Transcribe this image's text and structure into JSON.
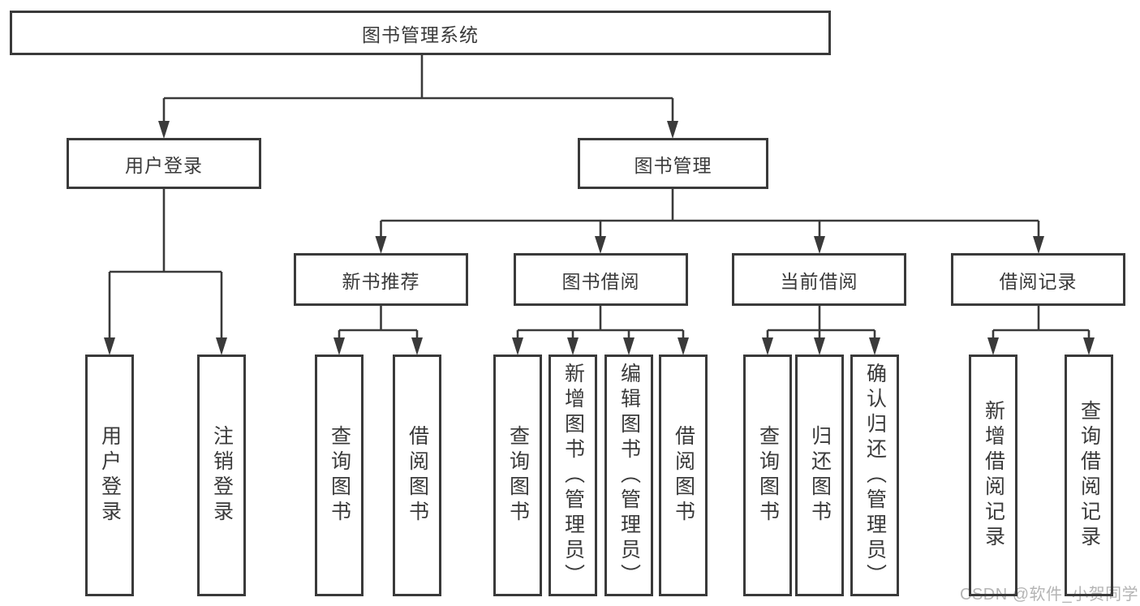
{
  "tree": {
    "root": {
      "label": "图书管理系统",
      "children": [
        {
          "label": "用户登录",
          "children": [
            {
              "label": "用户登录"
            },
            {
              "label": "注销登录"
            }
          ]
        },
        {
          "label": "图书管理",
          "children": [
            {
              "label": "新书推荐",
              "children": [
                {
                  "label": "查询图书"
                },
                {
                  "label": "借阅图书"
                }
              ]
            },
            {
              "label": "图书借阅",
              "children": [
                {
                  "label": "查询图书"
                },
                {
                  "label": "新增图书（管理员）"
                },
                {
                  "label": "编辑图书（管理员）"
                },
                {
                  "label": "借阅图书"
                }
              ]
            },
            {
              "label": "当前借阅",
              "children": [
                {
                  "label": "查询图书"
                },
                {
                  "label": "归还图书"
                },
                {
                  "label": "确认归还（管理员）"
                }
              ]
            },
            {
              "label": "借阅记录",
              "children": [
                {
                  "label": "新增借阅记录"
                },
                {
                  "label": "查询借阅记录"
                }
              ]
            }
          ]
        }
      ]
    }
  },
  "watermark": {
    "text": "CSDN @软件_小贺同学"
  },
  "colors": {
    "line": "#3a3a3a",
    "box_border": "#3a3a3a",
    "box_fill": "#ffffff",
    "text": "#3a3a3a",
    "watermark": "#b4b4b4"
  }
}
